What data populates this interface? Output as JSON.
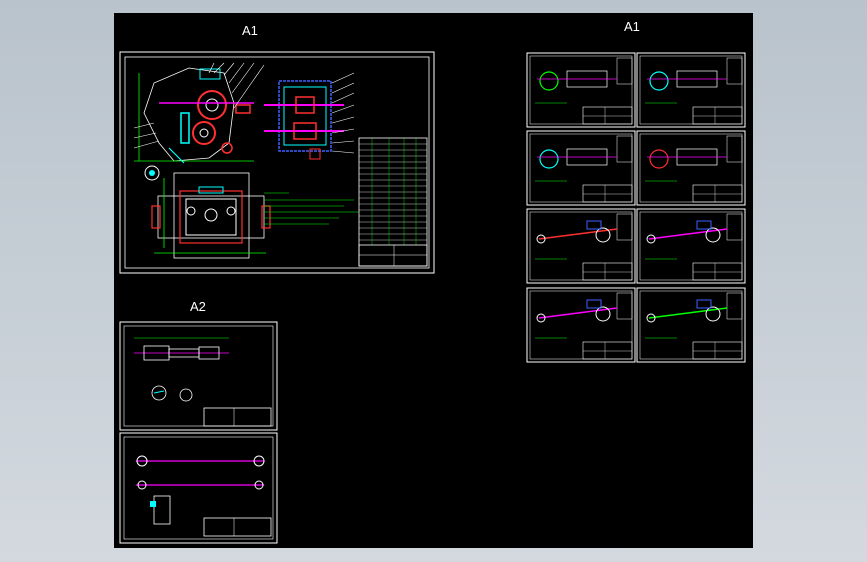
{
  "app": {
    "viewport_background": "#000000",
    "canvas_background": "#c7cfd6"
  },
  "sheets": {
    "group_a1_left": {
      "label": "A1"
    },
    "group_a1_right": {
      "label": "A1"
    },
    "group_a2": {
      "label": "A2"
    }
  },
  "colors": {
    "frame": "#ffffff",
    "drawing_red": "#ff3030",
    "drawing_cyan": "#00ffff",
    "drawing_green": "#00ff00",
    "drawing_magenta": "#ff00ff",
    "drawing_blue": "#4060ff",
    "drawing_yellow": "#ffff00"
  }
}
